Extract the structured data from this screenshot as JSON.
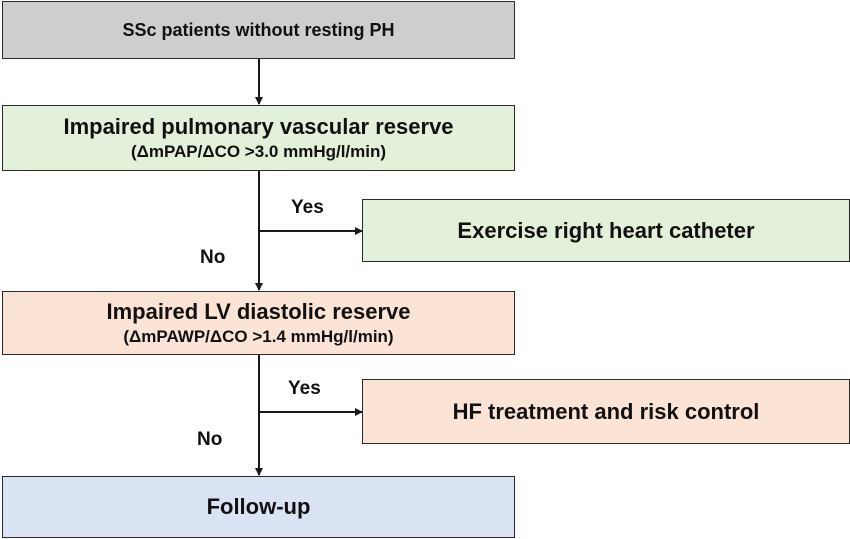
{
  "boxes": {
    "start": {
      "text": "SSc patients without resting PH",
      "color": "#cfcdcd"
    },
    "pulmonary": {
      "title": "Impaired pulmonary vascular reserve",
      "criterion": "(ΔmPAP/ΔCO >3.0 mmHg/l/min)",
      "color": "#e3f0da"
    },
    "exercise": {
      "text": "Exercise right heart catheter",
      "color": "#e3f0da"
    },
    "lv": {
      "title": "Impaired LV diastolic reserve",
      "criterion": "(ΔmPAWP/ΔCO >1.4 mmHg/l/min)",
      "color": "#fbe4d6"
    },
    "hf": {
      "text": "HF treatment and risk control",
      "color": "#fbe4d6"
    },
    "followup": {
      "text": "Follow-up",
      "color": "#dae3f3"
    }
  },
  "labels": {
    "yes_1": "Yes",
    "no_1": "No",
    "yes_2": "Yes",
    "no_2": "No"
  }
}
